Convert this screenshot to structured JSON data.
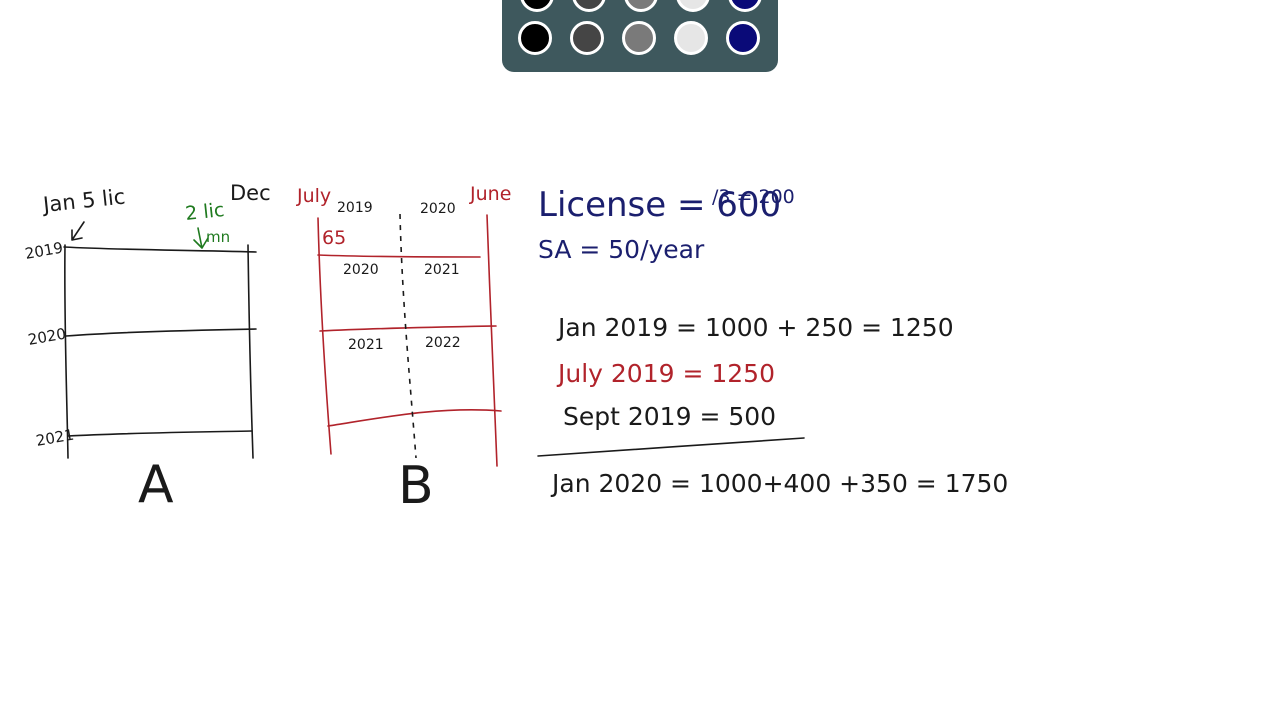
{
  "palette": {
    "colors": [
      "#000000",
      "#454545",
      "#7a7a7a",
      "#e6e6e6",
      "#0a0a78"
    ]
  },
  "diagram_a": {
    "start_label": "Jan 5 lic",
    "end_label": "2 lic Dec",
    "row_years": [
      "2019",
      "2020",
      "2021"
    ],
    "caption": "A"
  },
  "diagram_b": {
    "start_month": "July",
    "end_month": "June",
    "start_value": "65",
    "row1": [
      "2019",
      "2020"
    ],
    "row2": [
      "2020",
      "2021"
    ],
    "row3": [
      "2021",
      "2022"
    ],
    "caption": "B"
  },
  "notes": {
    "license_line": "License = 600",
    "license_div": "/3 = 200",
    "sa_line": "SA = 50/year",
    "calc_jan_2019": "Jan 2019 = 1000 + 250 = 1250",
    "calc_july_2019": "July 2019 = 1250",
    "calc_sept_2019": "Sept 2019 = 500",
    "calc_jan_2020": "Jan 2020 = 1000+400 +350 = 1750"
  }
}
